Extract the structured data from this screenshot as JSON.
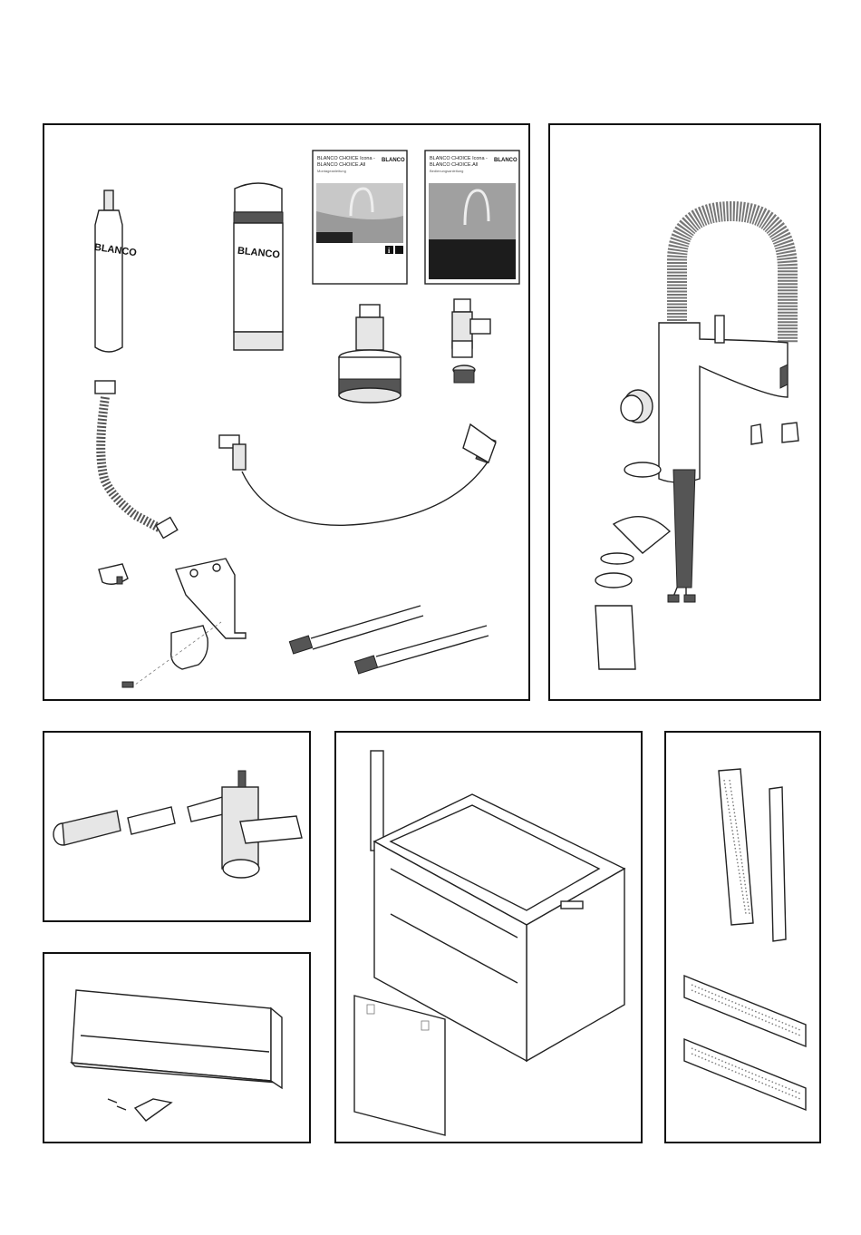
{
  "panels": {
    "accessories": {
      "co2_bottle_brand": "BLANCO",
      "filter_brand": "BLANCO",
      "manual_1": {
        "title_line1": "BLANCO CHOICE Icona -",
        "title_line2": "BLANCO CHOICE.All",
        "subtitle": "Montageanleitung",
        "brand": "BLANCO",
        "info_icon": "info-tools-icon"
      },
      "manual_2": {
        "title_line1": "BLANCO CHOICE Icona -",
        "title_line2": "BLANCO CHOICE.All",
        "subtitle": "Bedienungsanleitung",
        "brand": "BLANCO"
      }
    },
    "faucet": {},
    "drain": {},
    "sink_tray": {},
    "cabinet": {},
    "rails": {}
  }
}
